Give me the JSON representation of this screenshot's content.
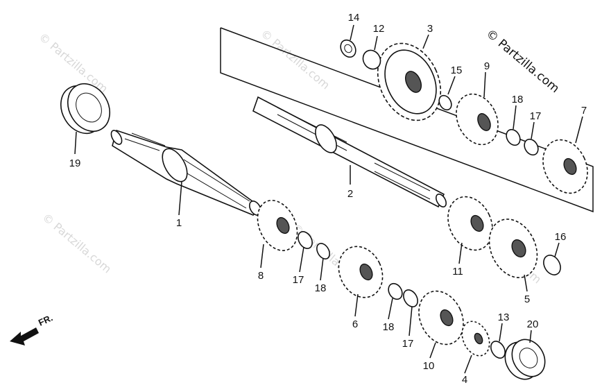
{
  "watermark": "© Partzilla.com",
  "brand": "© Partzilla.com",
  "direction_label": "FR.",
  "callouts": [
    "14",
    "12",
    "3",
    "15",
    "9",
    "18",
    "17",
    "7",
    "19",
    "2",
    "1",
    "8",
    "17",
    "18",
    "6",
    "11",
    "5",
    "16",
    "18",
    "17",
    "10",
    "13",
    "20",
    "4"
  ]
}
